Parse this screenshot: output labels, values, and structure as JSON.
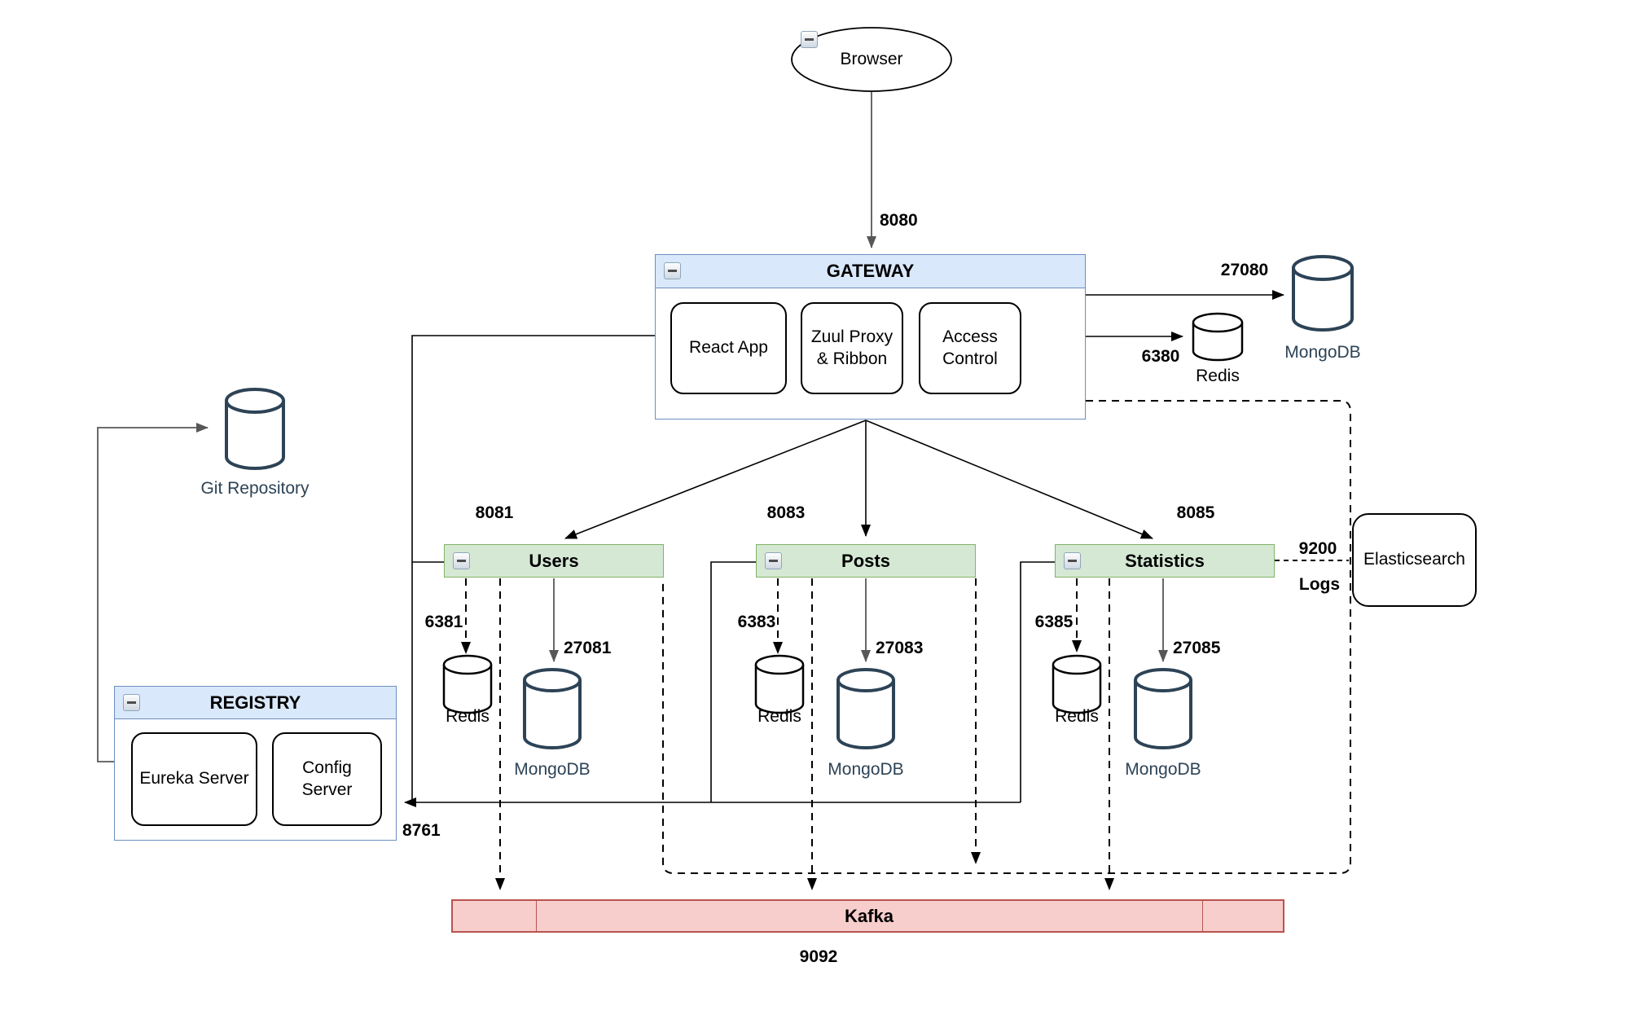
{
  "colors": {
    "blue_fill": "#dae8fc",
    "blue_stroke": "#6c8ebf",
    "green_fill": "#d5e8d4",
    "green_stroke": "#82b366",
    "red_fill": "#f8cecc",
    "red_stroke": "#b85450",
    "navy": "#2d4356",
    "gray_arrow": "#575757"
  },
  "browser": {
    "label": "Browser",
    "port_to_gateway": "8080"
  },
  "gateway": {
    "title": "GATEWAY",
    "components": [
      "React App",
      "Zuul Proxy & Ribbon",
      "Access Control"
    ],
    "mongo_port": "27080",
    "mongo_label": "MongoDB",
    "redis_port": "6380",
    "redis_label": "Redis"
  },
  "git": {
    "label": "Git Repository"
  },
  "registry": {
    "title": "REGISTRY",
    "components": [
      "Eureka Server",
      "Config Server"
    ],
    "port": "8761"
  },
  "services": [
    {
      "name": "Users",
      "port": "8081",
      "redis_port": "6381",
      "mongo_port": "27081",
      "redis_label": "Redis",
      "mongo_label": "MongoDB"
    },
    {
      "name": "Posts",
      "port": "8083",
      "redis_port": "6383",
      "mongo_port": "27083",
      "redis_label": "Redis",
      "mongo_label": "MongoDB"
    },
    {
      "name": "Statistics",
      "port": "8085",
      "redis_port": "6385",
      "mongo_port": "27085",
      "redis_label": "Redis",
      "mongo_label": "MongoDB"
    }
  ],
  "elasticsearch": {
    "label": "Elasticsearch",
    "port": "9200",
    "logs_label": "Logs"
  },
  "kafka": {
    "label": "Kafka",
    "port": "9092"
  }
}
